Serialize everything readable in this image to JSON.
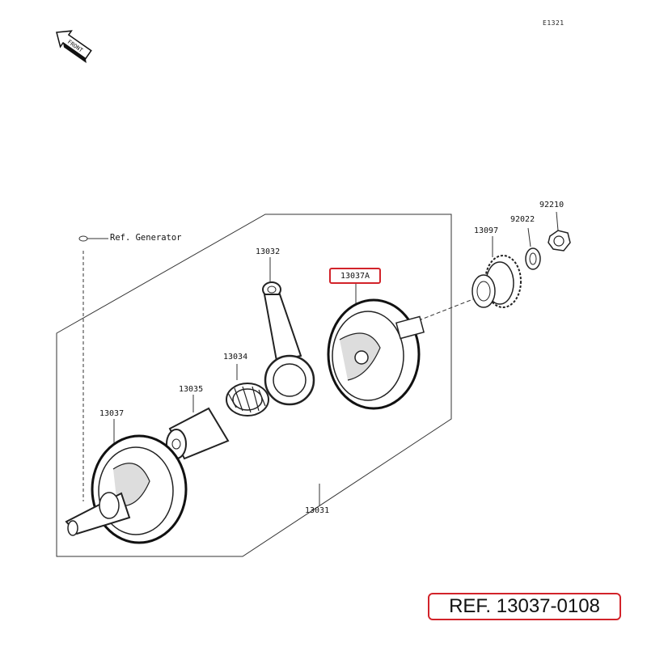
{
  "diagram": {
    "code": "E1321",
    "front_label": "FRONT",
    "ref_generator": "Ref. Generator",
    "reference": "REF. 13037-0108",
    "highlight_color": "#d2232a",
    "parts": [
      {
        "id": "p92210",
        "label": "92210"
      },
      {
        "id": "p92022",
        "label": "92022"
      },
      {
        "id": "p13097",
        "label": "13097"
      },
      {
        "id": "p13032",
        "label": "13032"
      },
      {
        "id": "p13037A",
        "label": "13037A"
      },
      {
        "id": "p13034",
        "label": "13034"
      },
      {
        "id": "p13035",
        "label": "13035"
      },
      {
        "id": "p13037",
        "label": "13037"
      },
      {
        "id": "p13031",
        "label": "13031"
      }
    ]
  }
}
